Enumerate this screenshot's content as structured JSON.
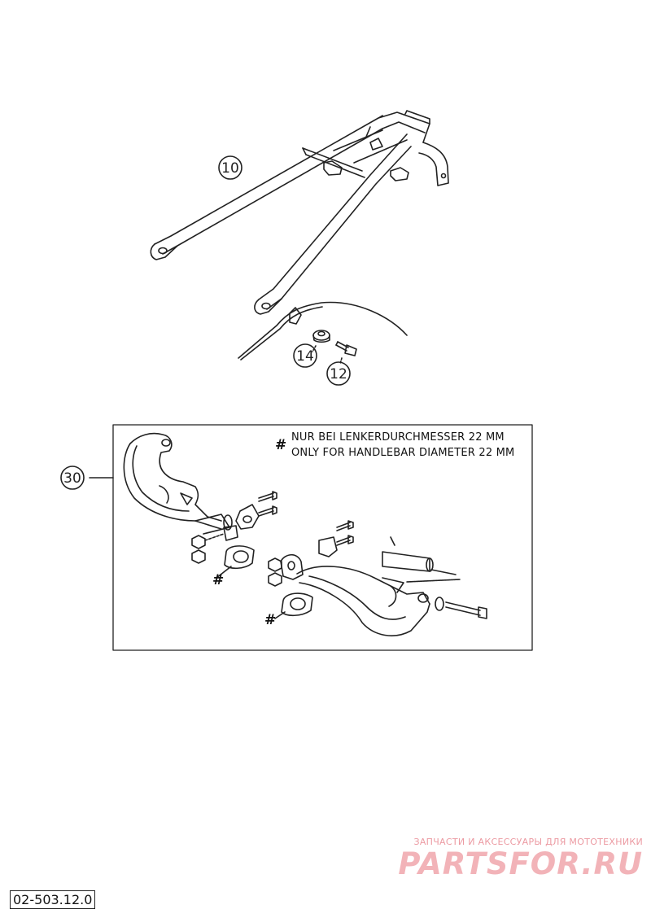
{
  "callouts": {
    "c10": "10",
    "c14": "14",
    "c12": "12",
    "c30": "30"
  },
  "note": {
    "symbol": "#",
    "line_de": "NUR BEI LENKERDURCHMESSER 22 MM",
    "line_en": "ONLY FOR HANDLEBAR DIAMETER 22 MM"
  },
  "markers": {
    "hash_left": "#",
    "hash_right": "#"
  },
  "watermark": {
    "tagline": "ЗАПЧАСТИ И АКСЕССУАРЫ ДЛЯ МОТОТЕХНИКИ",
    "brand": "PARTSFOR.RU",
    "color": "#f2b3b8"
  },
  "diagram_code": "02-503.12.0"
}
